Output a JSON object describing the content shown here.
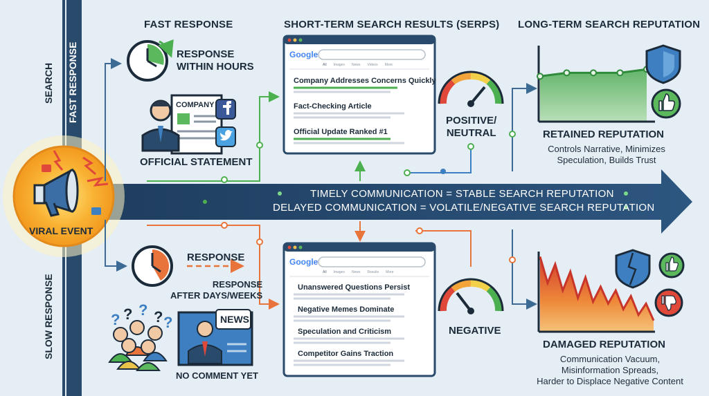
{
  "side_labels": {
    "search": "SEARCH",
    "fast_response": "FAST RESPONSE",
    "slow_response": "SLOW RESPONSE"
  },
  "viral_event": {
    "label": "VIRAL EVENT"
  },
  "headers": {
    "fast_response": "FAST RESPONSE",
    "short_term": "SHORT-TERM SEARCH RESULTS (SERPS)",
    "long_term": "LONG-TERM SEARCH REPUTATION"
  },
  "fast": {
    "clock_label": "RESPONSE\nWITHIN HOURS",
    "doc_label": "COMPANY",
    "statement_label": "OFFICIAL STATEMENT"
  },
  "slow": {
    "response_label": "RESPONSE",
    "after_label": "RESPONSE\nAFTER DAYS/WEEKS",
    "news_label": "NEWS",
    "no_comment_label": "NO COMMENT YET"
  },
  "serp_positive": {
    "logo": "Google",
    "tabs": [
      "All",
      "Images",
      "News",
      "Videos",
      "More"
    ],
    "items": [
      "Company Addresses Concerns Quickly",
      "Fact-Checking Article",
      "Official Update Ranked #1"
    ]
  },
  "serp_negative": {
    "logo": "Google",
    "tabs": [
      "All",
      "Images",
      "News",
      "Results",
      "More"
    ],
    "items": [
      "Unanswered Questions Persist",
      "Negative Memes Dominate",
      "Speculation and Criticism",
      "Competitor Gains Traction"
    ]
  },
  "gauges": {
    "positive_label": "POSITIVE/\nNEUTRAL",
    "negative_label": "NEGATIVE"
  },
  "banner": {
    "line1": "TIMELY COMMUNICATION  =  STABLE SEARCH REPUTATION",
    "line2": "DELAYED COMMUNICATION = VOLATILE/NEGATIVE SEARCH REPUTATION"
  },
  "outcomes": {
    "retained_title": "RETAINED REPUTATION",
    "retained_desc": "Controls Narrative, Minimizes\nSpeculation, Builds Trust",
    "damaged_title": "DAMAGED REPUTATION",
    "damaged_desc": "Communication Vacuum,\nMisinformation Spreads,\nHarder to Displace Negative Content"
  },
  "icons": [
    "megaphone-icon",
    "clock-icon",
    "document-icon",
    "facebook-icon",
    "twitter-icon",
    "shield-icon",
    "thumbs-up-icon",
    "thumbs-down-icon",
    "broken-shield-icon",
    "question-mark-icon",
    "news-icon",
    "gauge-icon"
  ],
  "colors": {
    "navy": "#2a4a6b",
    "green": "#4caf50",
    "orange": "#e8743b",
    "red": "#e0483a",
    "blue": "#3d7fc1",
    "background": "#e6eef5"
  },
  "chart_data": [
    {
      "type": "area",
      "title": "",
      "x": [
        0,
        1,
        2,
        3,
        4
      ],
      "values": [
        2.6,
        2.8,
        2.8,
        2.8,
        3.0
      ],
      "trend": "stable"
    },
    {
      "type": "area",
      "title": "",
      "x": [
        0,
        1,
        2,
        3,
        4,
        5,
        6,
        7,
        8,
        9,
        10,
        11,
        12,
        13,
        14,
        15
      ],
      "values": [
        4.0,
        2.6,
        3.6,
        2.2,
        3.2,
        1.8,
        2.9,
        1.6,
        2.4,
        1.5,
        2.2,
        1.2,
        1.9,
        0.9,
        1.5,
        0.6
      ],
      "trend": "volatile-declining"
    }
  ]
}
